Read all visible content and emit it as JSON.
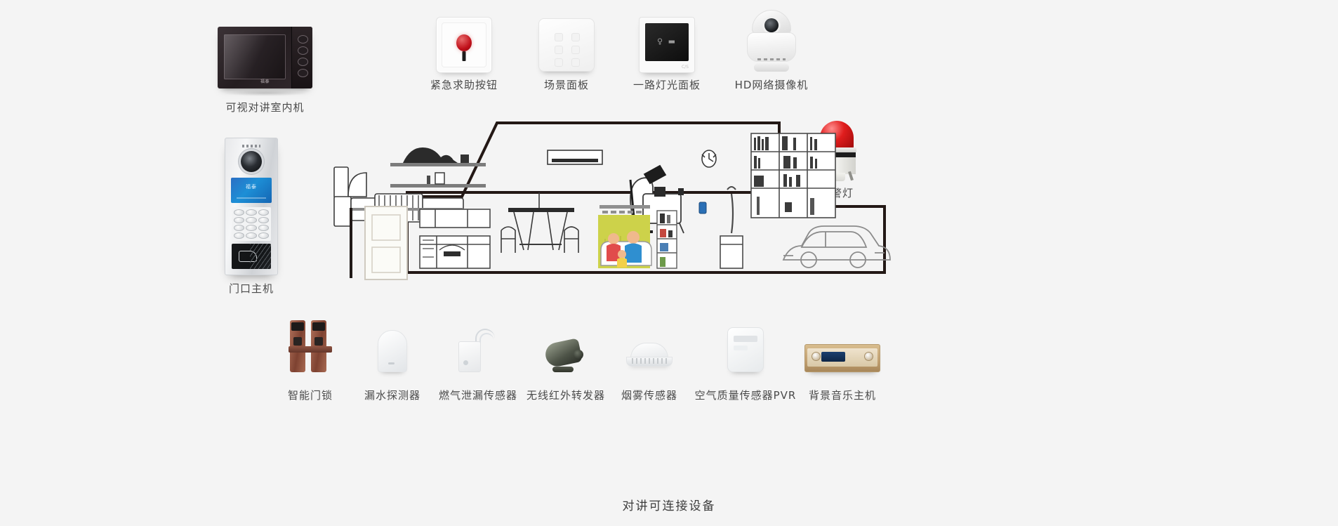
{
  "page": {
    "background_color": "#f4f4f4",
    "bottom_title": "对讲可连接设备"
  },
  "top_row": [
    {
      "id": "indoor-monitor",
      "label": "可视对讲室内机",
      "icon": "video-intercom-indoor-monitor-icon"
    },
    {
      "id": "sos-button",
      "label": "紧急求助按钮",
      "icon": "emergency-call-button-icon"
    },
    {
      "id": "scene-panel",
      "label": "场景面板",
      "icon": "scene-control-panel-icon"
    },
    {
      "id": "light-panel",
      "label": "一路灯光面板",
      "icon": "one-way-light-panel-icon"
    },
    {
      "id": "hd-camera",
      "label": "HD网络摄像机",
      "icon": "hd-network-camera-icon"
    }
  ],
  "side_items": [
    {
      "id": "door-station",
      "label": "门口主机",
      "icon": "door-entry-station-icon"
    },
    {
      "id": "alarm-light",
      "label": "报警灯",
      "icon": "alarm-beacon-icon"
    }
  ],
  "floorplan": {
    "name": "home-floorplan-diagram",
    "rooms": [
      {
        "id": "bedroom",
        "items": [
          "bed",
          "wall-shelf",
          "air-conditioner",
          "armchair",
          "floor-lamp",
          "bookshelf"
        ]
      },
      {
        "id": "entry-door",
        "items": [
          "door"
        ]
      },
      {
        "id": "kitchen",
        "items": [
          "kitchen-cabinets",
          "range-hood"
        ]
      },
      {
        "id": "dining",
        "items": [
          "dining-table",
          "chairs",
          "pendant-lamp"
        ]
      },
      {
        "id": "living-room",
        "items": [
          "curtain",
          "sofa",
          "family",
          "shelf-unit",
          "tv",
          "tablet"
        ]
      },
      {
        "id": "bathroom",
        "items": [
          "shower",
          "clock"
        ]
      }
    ],
    "exterior": [
      "car"
    ]
  },
  "bottom_row": [
    {
      "id": "smart-lock",
      "label": "智能门锁",
      "icon": "smart-door-lock-icon"
    },
    {
      "id": "leak-detector",
      "label": "漏水探测器",
      "icon": "water-leak-detector-icon"
    },
    {
      "id": "gas-sensor",
      "label": "燃气泄漏传感器",
      "icon": "gas-leak-sensor-icon"
    },
    {
      "id": "ir-repeater",
      "label": "无线红外转发器",
      "icon": "wireless-infrared-repeater-icon"
    },
    {
      "id": "smoke-sensor",
      "label": "烟雾传感器",
      "icon": "smoke-sensor-icon"
    },
    {
      "id": "air-sensor",
      "label": "空气质量传感器PVR",
      "icon": "air-quality-sensor-icon"
    },
    {
      "id": "audio-host",
      "label": "背景音乐主机",
      "icon": "background-music-host-icon"
    }
  ],
  "colors": {
    "background": "#f4f4f4",
    "caption_text": "#4a4a4a",
    "plan_outline": "#231815",
    "alarm_red": "#e01d1d",
    "lcd_blue": "#1d8fd6",
    "curtain_yellow": "#cdd24a"
  }
}
